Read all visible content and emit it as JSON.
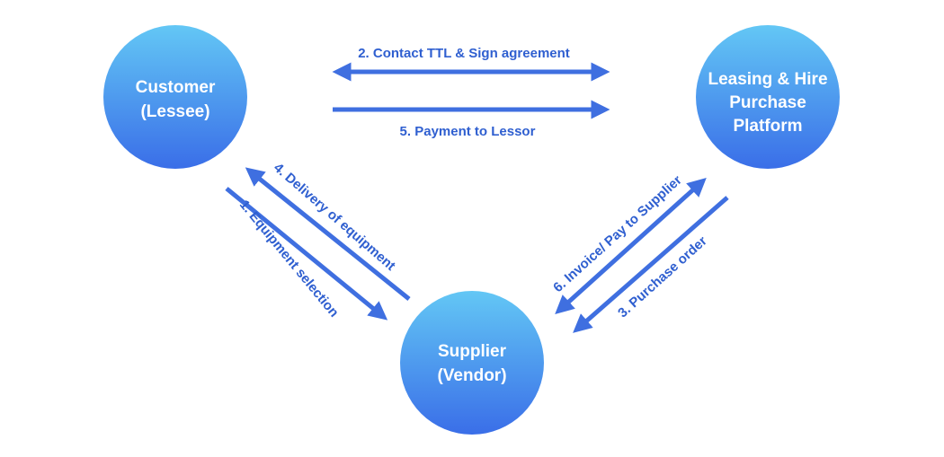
{
  "colors": {
    "node_top": "#63c7f5",
    "node_bottom": "#3a6ee8",
    "arrow": "#3f6fe0",
    "label": "#2f5fd0"
  },
  "nodes": {
    "customer": {
      "line1": "Customer",
      "line2": "(Lessee)"
    },
    "platform": {
      "line1": "Leasing & Hire",
      "line2": "Purchase",
      "line3": "Platform"
    },
    "supplier": {
      "line1": "Supplier",
      "line2": "(Vendor)"
    }
  },
  "edges": {
    "step1": "1. Equipment selection",
    "step2": "2. Contact TTL & Sign agreement",
    "step3": "3. Purchase order",
    "step4": "4. Delivery of equipment",
    "step5": "5. Payment to Lessor",
    "step6": "6. Invoice/ Pay to Supplier"
  }
}
